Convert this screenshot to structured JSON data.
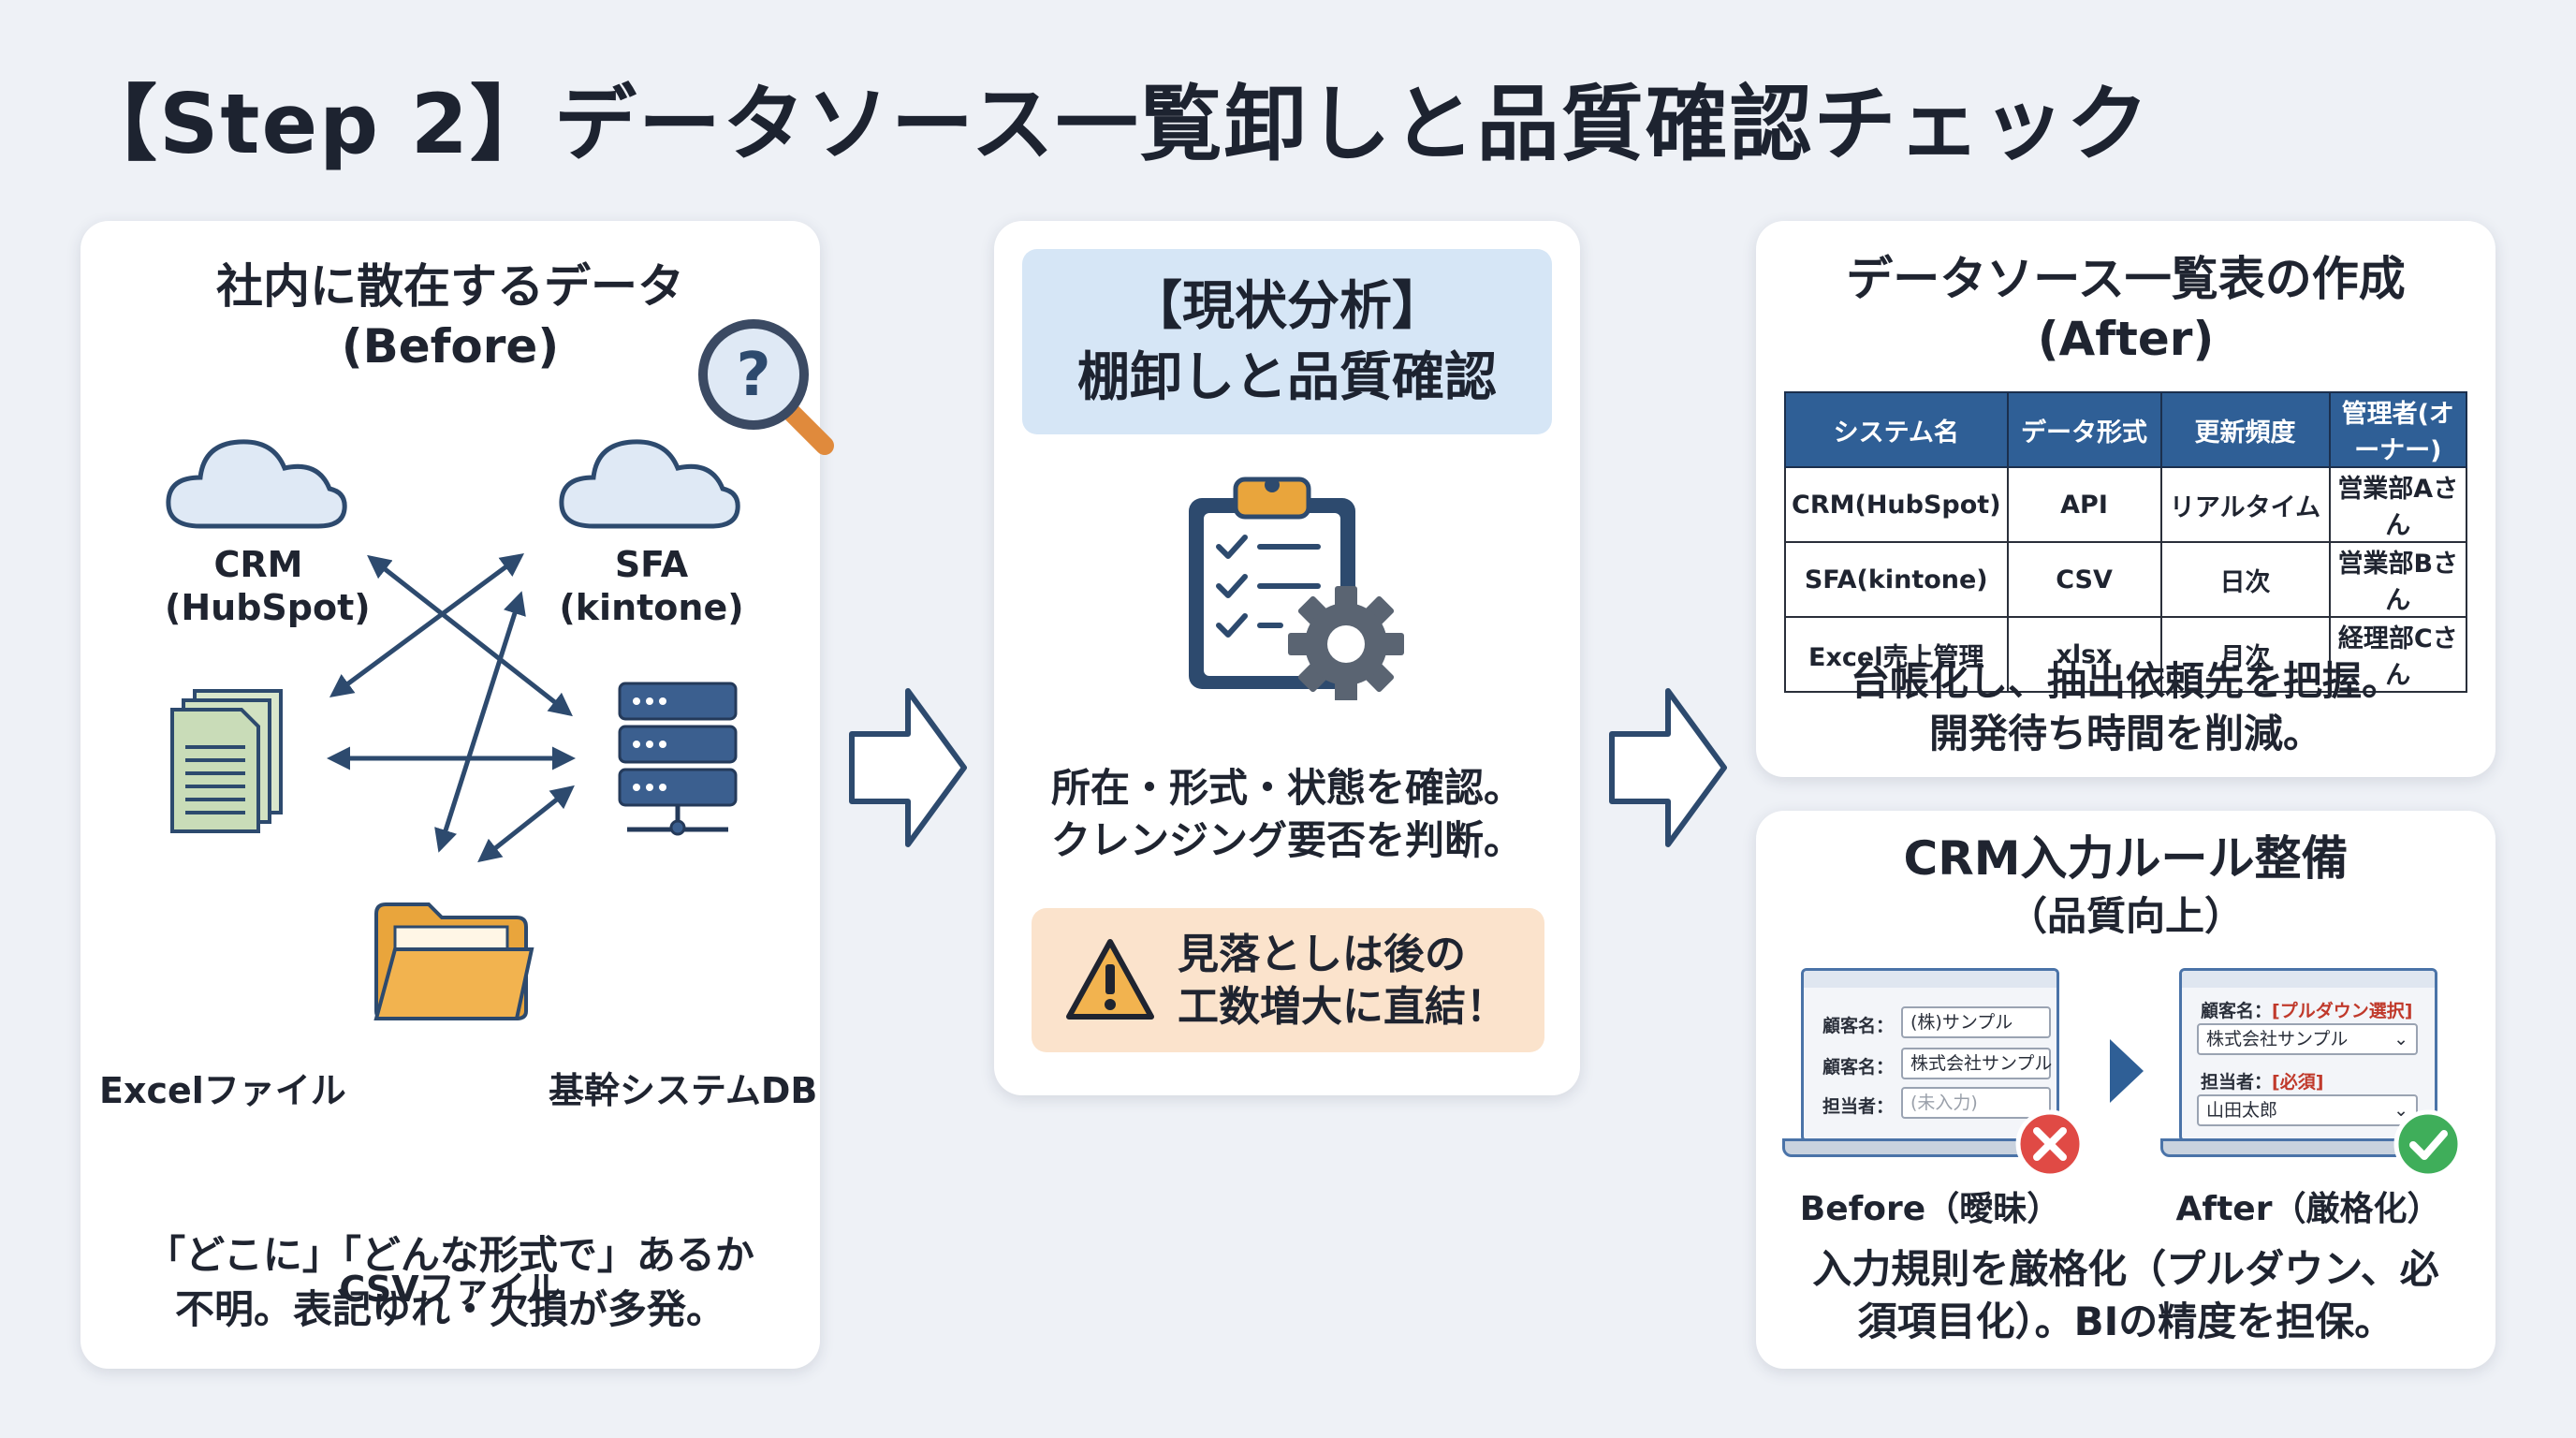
{
  "title": "【Step 2】データソース一覧卸しと品質確認チェック",
  "before": {
    "title_line1": "社内に散在するデータ",
    "title_line2": "(Before)",
    "nodes": {
      "crm": [
        "CRM",
        "(HubSpot)"
      ],
      "sfa": [
        "SFA",
        "(kintone)"
      ],
      "excel": "Excelファイル",
      "db": "基幹システムDB",
      "csv": "CSVファイル"
    },
    "caption_line1": "「どこに」「どんな形式で」あるか",
    "caption_line2": "不明。表記ゆれ・欠損が多発。"
  },
  "analysis": {
    "header_line1": "【現状分析】",
    "header_line2": "棚卸しと品質確認",
    "body_line1": "所在・形式・状態を確認。",
    "body_line2": "クレンジング要否を判断。",
    "warning_line1": "見落としは後の",
    "warning_line2": "工数増大に直結！"
  },
  "after": {
    "title_line1": "データソース一覧表の作成",
    "title_line2": "(After)",
    "table": {
      "headers": [
        "システム名",
        "データ形式",
        "更新頻度",
        "管理者(オーナー)"
      ],
      "rows": [
        [
          "CRM(HubSpot)",
          "API",
          "リアルタイム",
          "営業部Aさん"
        ],
        [
          "SFA(kintone)",
          "CSV",
          "日次",
          "営業部Bさん"
        ],
        [
          "Excel売上管理",
          "xlsx",
          "月次",
          "経理部Cさん"
        ]
      ]
    },
    "caption_line1": "台帳化し、抽出依頼先を把握。",
    "caption_line2": "開発待ち時間を削減。"
  },
  "crm_rule": {
    "title_line1": "CRM入力ルール整備",
    "title_line2": "（品質向上）",
    "before_form": {
      "rows": [
        {
          "label": "顧客名：",
          "value": "(株)サンプル"
        },
        {
          "label": "顧客名：",
          "value": "株式会社サンプル"
        },
        {
          "label": "担当者：",
          "value": "(未入力)"
        }
      ],
      "caption": "Before（曖昧）"
    },
    "after_form": {
      "label1": "顧客名：",
      "note1": "[プルダウン選択]",
      "select1": "株式会社サンプル",
      "label2": "担当者：",
      "note2": "[必須]",
      "select2": "山田太郎",
      "caption": "After（厳格化）"
    },
    "caption_line1": "入力規則を厳格化（プルダウン、必",
    "caption_line2": "須項目化）。BIの精度を担保。"
  },
  "colors": {
    "navy": "#2d4a6e",
    "accent_blue": "#2f5f96",
    "header_blue": "#d6e6f6",
    "warning_bg": "#fbe3cc",
    "cloud": "#dfe9f5",
    "folder": "#f2b34f",
    "doc_green": "#c9dcb8",
    "error_red": "#e04a45",
    "ok_green": "#3fae5a"
  }
}
